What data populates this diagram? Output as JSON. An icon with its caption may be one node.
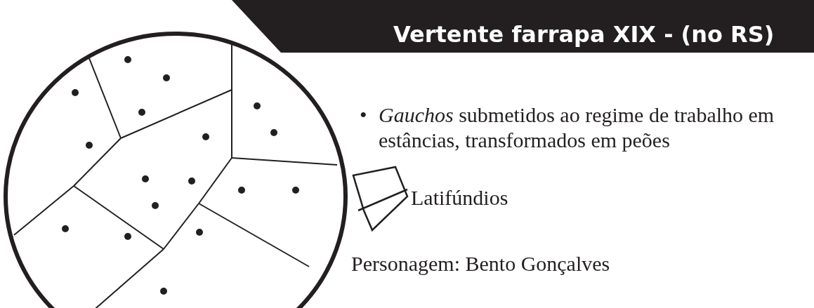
{
  "diagram": {
    "title": "Vertente farrapa XIX - (no RS)",
    "labels": [
      "•",
      "*Gauchos* submetidos ao regime de trabalho em estâncias, transformados em peões",
      "Personagem: Bento Gonçalves"
    ],
    "legend": [
      {
        "text": "Latifúndios"
      }
    ]
  }
}
